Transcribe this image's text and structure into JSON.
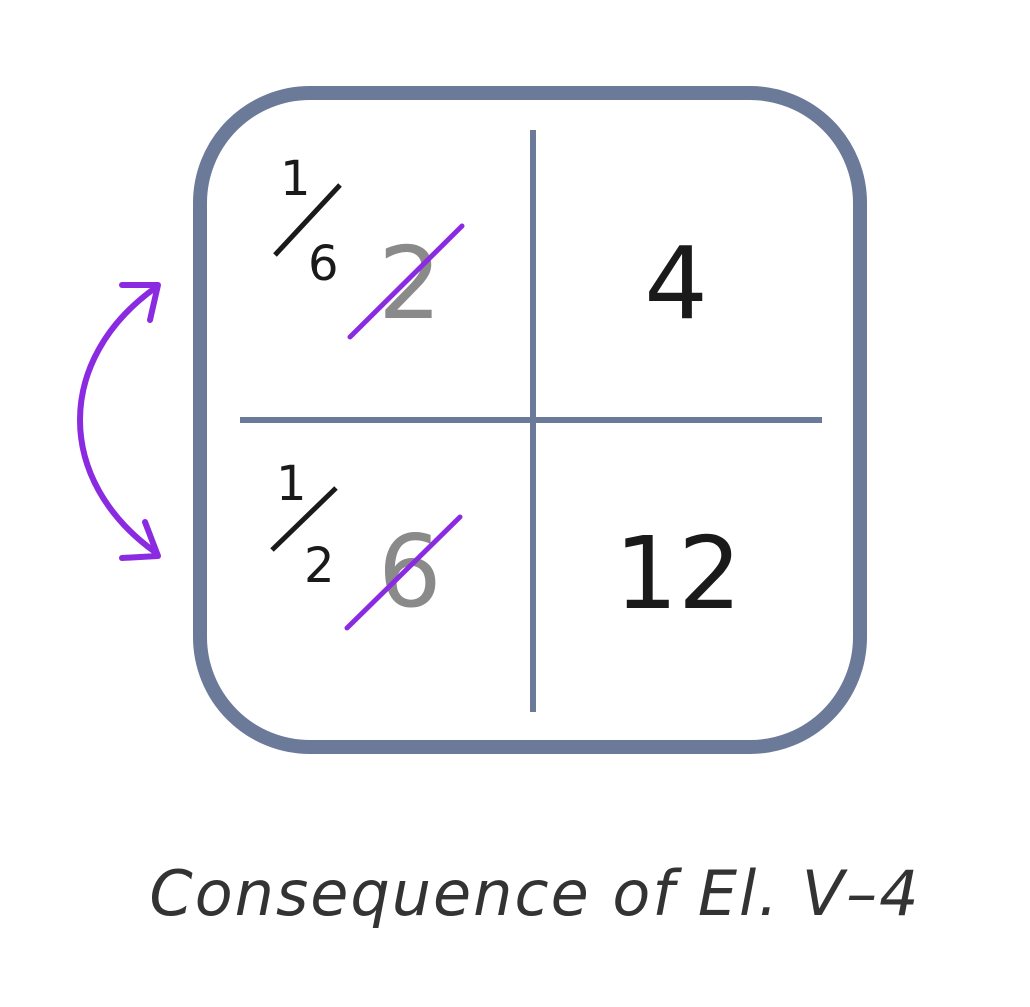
{
  "cells": {
    "top_left": {
      "fraction_num": "1",
      "fraction_den": "6",
      "crossed_value": "2"
    },
    "top_right": {
      "value": "4"
    },
    "bottom_left": {
      "fraction_num": "1",
      "fraction_den": "2",
      "crossed_value": "6"
    },
    "bottom_right": {
      "value": "12"
    }
  },
  "caption": "Consequence of El. V–4",
  "colors": {
    "frame": "#6b7a99",
    "accent": "#8a2be2",
    "crossed": "#8a8a8a",
    "text": "#1a1a1a"
  }
}
